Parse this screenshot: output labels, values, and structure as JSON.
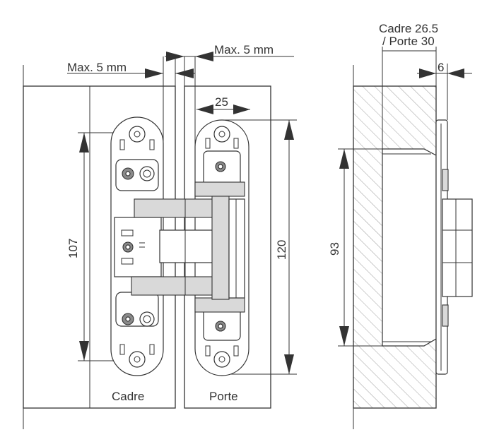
{
  "labels": {
    "gap_left": "Max. 5 mm",
    "gap_right": "Max. 5 mm",
    "width_25": "25",
    "height_107": "107",
    "height_120": "120",
    "depth_label_line1": "Cadre 26.5",
    "depth_label_line2": "/ Porte 30",
    "depth_6": "6",
    "height_93": "93",
    "frame": "Cadre",
    "door": "Porte"
  }
}
